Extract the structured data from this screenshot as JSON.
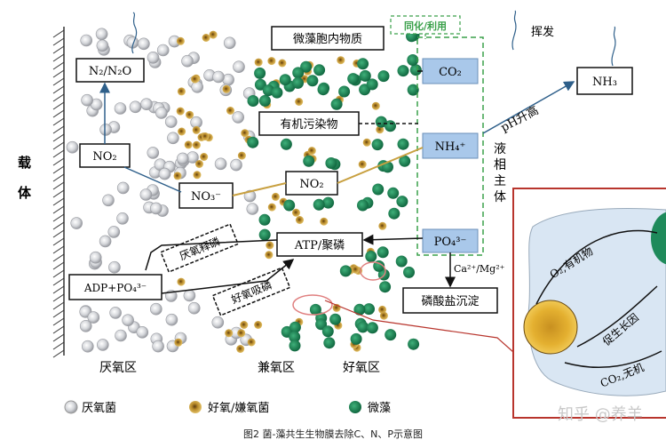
{
  "labels": {
    "carrier": "载体",
    "zone_anaerobic": "厌氧区",
    "zone_facultative": "兼氧区",
    "zone_aerobic": "好氧区",
    "n2_n2o": "N₂/N₂O",
    "no2_left": "NO₂",
    "no3": "NO₃⁻",
    "no2_mid": "NO₂",
    "organic": "有机污染物",
    "microalgae_material": "微藻胞内物质",
    "assimilation": "同化/利用",
    "co2": "CO₂",
    "nh4": "NH₄⁺",
    "po4": "PO₄³⁻",
    "volatilize": "挥发",
    "nh3": "NH₃",
    "ph_rise": "pH升高",
    "liquid_body": "液相主体",
    "anaerobic_p_release": "厌氧释磷",
    "aerobic_p_uptake": "好氧吸磷",
    "atp_poly": "ATP/聚磷",
    "adp_po4": "ADP+PO₄³⁻",
    "ca_mg": "Ca²⁺/Mg²⁺",
    "phosphate_precip": "磷酸盐沉淀",
    "o2_organic": "O₂,有机物",
    "growth_factor": "促生长因",
    "co2_inorganic": "CO₂,无机"
  },
  "legend": [
    {
      "label": "厌氧菌",
      "kind": "anaerobe"
    },
    {
      "label": "好氧/嫌氧菌",
      "kind": "facultative"
    },
    {
      "label": "微藻",
      "kind": "algae"
    }
  ],
  "caption": "图2 菌-藻共生生物膜去除C、N、P示意图",
  "watermark": "知乎 @养羊",
  "colors": {
    "anaerobe": "#c9cbcf",
    "facultative": "#c89a2e",
    "algae": "#1f8a5b",
    "nutrient_box": "#a9c8ea",
    "dashed_green": "#3aa04a",
    "red_frame": "#b8352d",
    "line_blue": "#2e5f8a",
    "line_orange": "#c8a040"
  }
}
